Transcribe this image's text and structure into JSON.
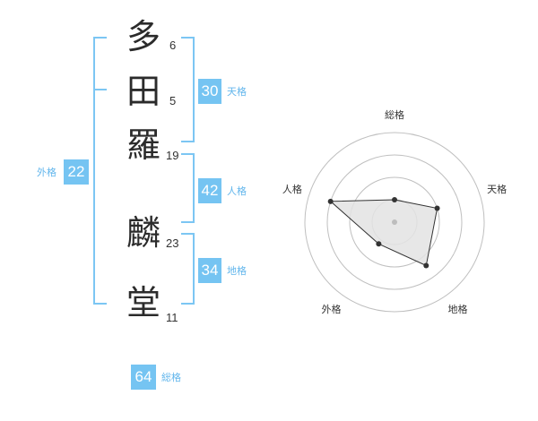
{
  "name": {
    "chars": [
      {
        "char": "多",
        "strokes": "6"
      },
      {
        "char": "田",
        "strokes": "5"
      },
      {
        "char": "羅",
        "strokes": "19"
      },
      {
        "char": "麟",
        "strokes": "23"
      },
      {
        "char": "堂",
        "strokes": "11"
      }
    ]
  },
  "fortune": {
    "tenkaku": {
      "value": "30",
      "label": "天格"
    },
    "jinkaku": {
      "value": "42",
      "label": "人格"
    },
    "chikaku": {
      "value": "34",
      "label": "地格"
    },
    "gaikaku": {
      "value": "22",
      "label": "外格"
    },
    "soukaku": {
      "value": "64",
      "label": "総格"
    }
  },
  "chart_data": {
    "type": "radar",
    "axes": [
      "総格",
      "天格",
      "地格",
      "外格",
      "人格"
    ],
    "values": [
      0.25,
      0.5,
      0.6,
      0.3,
      0.75
    ],
    "max": 1,
    "rings": 4,
    "colors": {
      "fill": "#e3e3e3",
      "line": "#333333",
      "ring": "#bfbfbf",
      "center": "#bdbdbd"
    }
  }
}
